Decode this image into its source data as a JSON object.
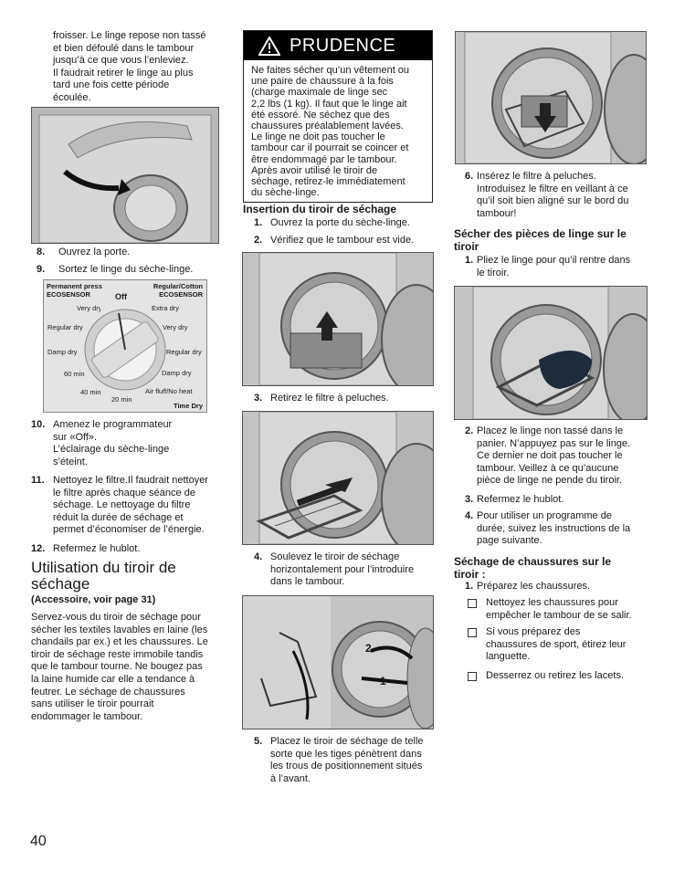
{
  "col1": {
    "intro": [
      "froisser. Le linge repose non tassé",
      "et bien défoulé dans le tambour",
      "jusqu’à ce que vous l’enleviez.",
      "Il faudrait retirer le linge au plus",
      "tard une fois cette période",
      "écoulée."
    ],
    "steps_a": [
      {
        "num": "8.",
        "lines": [
          "Ouvrez la porte."
        ]
      },
      {
        "num": "9.",
        "lines": [
          "Sortez le linge du sèche-linge."
        ]
      }
    ],
    "dial": {
      "left_header": [
        "Permanent press",
        "ECOSENSOR"
      ],
      "right_header": [
        "Regular/Cotton",
        "ECOSENSOR"
      ],
      "off": "Off",
      "labels": [
        "Very dry",
        "Extra dry",
        "Regular dry",
        "Very dry",
        "Damp dry",
        "Regular dry",
        "60 min",
        "Damp dry",
        "40 min",
        "Air fluff/No heat",
        "20 min",
        "Time Dry"
      ]
    },
    "steps_b": [
      {
        "num": "10.",
        "lines": [
          "Amenez le programmateur",
          "sur «Off».",
          "L’éclairage du sèche-linge",
          "s’éteint."
        ]
      },
      {
        "num": "11.",
        "lines": [
          "Nettoyez le filtre.Il faudrait nettoyer",
          "le filtre après chaque séance de",
          "séchage. Le nettoyage du filtre",
          "réduit la durée de séchage et",
          "permet d’économiser de l’énergie."
        ]
      },
      {
        "num": "12.",
        "lines": [
          "Refermez le hublot."
        ]
      }
    ],
    "section_title": [
      "Utilisation du tiroir de",
      "séchage"
    ],
    "section_sub": "(Accessoire, voir page 31)",
    "body": [
      "Servez-vous du tiroir de séchage pour",
      "sécher les textiles lavables en laine (les",
      "chandails par ex.) et les chaussures. Le",
      "tiroir de séchage reste immobile tandis",
      "que le tambour tourne. Ne bougez pas",
      "la laine humide car elle a tendance à",
      "feutrer. Le séchage de chaussures",
      "sans utiliser le tiroir pourrait",
      "endommager le tambour."
    ]
  },
  "col2": {
    "caution_title": "PRUDENCE",
    "caution_lines": [
      "Ne faites sécher qu’un vêtement ou",
      "une paire de chaussure à la fois",
      "(charge maximale de linge sec",
      " 2,2 lbs (1 kg). Il faut que le linge ait",
      "été essoré. Ne séchez que des",
      "chaussures préalablement lavées.",
      "Le linge ne doit pas toucher le",
      "tambour car il pourrait se coincer et",
      "être endommagé par le tambour.",
      "Après avoir utilisé le tiroir de",
      "séchage, retirez-le immédiatement",
      "du sèche-linge."
    ],
    "heading": "Insertion du tiroir de séchage",
    "steps_a": [
      {
        "num": "1.",
        "lines": [
          "Ouvrez la porte du sèche-linge."
        ]
      },
      {
        "num": "2.",
        "lines": [
          "Vérifiez que le tambour est vide."
        ]
      }
    ],
    "step3": {
      "num": "3.",
      "lines": [
        "Retirez le filtre à peluches."
      ]
    },
    "step4": {
      "num": "4.",
      "lines": [
        "Soulevez le tiroir de séchage",
        "horizontalement pour l’introduire",
        "dans le tambour."
      ]
    },
    "step5": {
      "num": "5.",
      "lines": [
        "Placez le tiroir de séchage de telle",
        "sorte que les tiges pénètrent dans",
        "les trous de positionnement situés",
        "à l’avant."
      ]
    },
    "fig_labels": [
      "2",
      "1"
    ]
  },
  "col3": {
    "step6": {
      "num": "6.",
      "lines": [
        "Insérez le filtre à peluches.",
        "Introduisez le filtre en veillant à ce",
        "qu’il soit bien aligné sur le bord du",
        "tambour!"
      ]
    },
    "heading1": [
      "Sécher des pièces de linge sur le",
      "tiroir"
    ],
    "step1": {
      "num": "1.",
      "lines": [
        "Pliez le linge pour qu’il rentre dans",
        "le tiroir."
      ]
    },
    "steps_b": [
      {
        "num": "2.",
        "lines": [
          "Placez le linge non tassé dans le",
          "panier. N’appuyez pas sur le linge.",
          "Ce dernier ne doit pas toucher le",
          "tambour. Veillez à ce qu’aucune",
          "pièce de linge ne pende du tiroir."
        ]
      },
      {
        "num": "3.",
        "lines": [
          "Refermez le hublot."
        ]
      },
      {
        "num": "4.",
        "lines": [
          "Pour utiliser un programme de",
          "durée, suivez les instructions de la",
          "page suivante."
        ]
      }
    ],
    "heading2": [
      "Séchage de chaussures sur le",
      "tiroir :"
    ],
    "shoe_step": {
      "num": "1.",
      "lines": [
        "Préparez les chaussures."
      ]
    },
    "checks": [
      [
        "Nettoyez les chaussures pour",
        "empêcher le tambour de se salir."
      ],
      [
        "Si vous préparez des",
        "chaussures de sport, étirez leur",
        "languette."
      ],
      [
        "Desserrez ou retirez les lacets."
      ]
    ]
  },
  "page_number": "40"
}
